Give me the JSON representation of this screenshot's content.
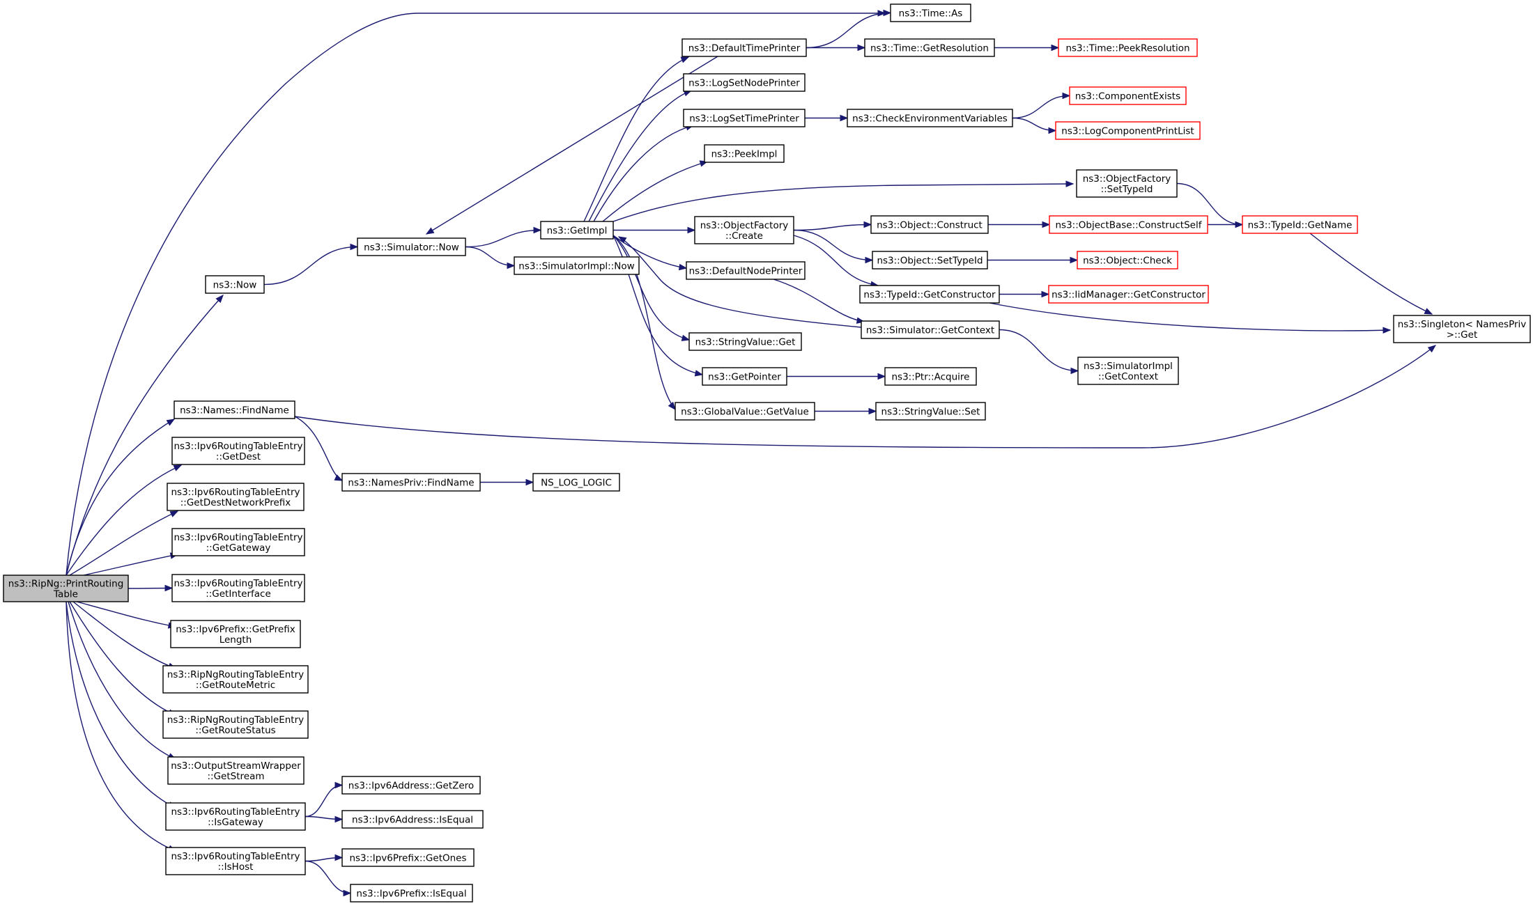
{
  "colors": {
    "edge": "#191970",
    "root_fill": "#bfbfbf",
    "truncated_border": "#ff0000",
    "node_border": "#000000"
  },
  "nodes": [
    {
      "id": "root",
      "lines": [
        "ns3::RipNg::PrintRouting",
        "Table"
      ],
      "style": "root"
    },
    {
      "id": "time_as",
      "lines": [
        "ns3::Time::As"
      ]
    },
    {
      "id": "default_time_printer",
      "lines": [
        "ns3::DefaultTimePrinter"
      ]
    },
    {
      "id": "time_get_resolution",
      "lines": [
        "ns3::Time::GetResolution"
      ]
    },
    {
      "id": "time_peek_resolution",
      "lines": [
        "ns3::Time::PeekResolution"
      ],
      "style": "red"
    },
    {
      "id": "log_set_node_printer",
      "lines": [
        "ns3::LogSetNodePrinter"
      ]
    },
    {
      "id": "log_set_time_printer",
      "lines": [
        "ns3::LogSetTimePrinter"
      ]
    },
    {
      "id": "check_env_vars",
      "lines": [
        "ns3::CheckEnvironmentVariables"
      ]
    },
    {
      "id": "component_exists",
      "lines": [
        "ns3::ComponentExists"
      ],
      "style": "red"
    },
    {
      "id": "log_component_print_list",
      "lines": [
        "ns3::LogComponentPrintList"
      ],
      "style": "red"
    },
    {
      "id": "peek_impl",
      "lines": [
        "ns3::PeekImpl"
      ]
    },
    {
      "id": "object_factory_set_type_id",
      "lines": [
        "ns3::ObjectFactory",
        "::SetTypeId"
      ]
    },
    {
      "id": "get_impl",
      "lines": [
        "ns3::GetImpl"
      ]
    },
    {
      "id": "object_factory_create",
      "lines": [
        "ns3::ObjectFactory",
        "::Create"
      ]
    },
    {
      "id": "object_construct",
      "lines": [
        "ns3::Object::Construct"
      ]
    },
    {
      "id": "object_base_construct_self",
      "lines": [
        "ns3::ObjectBase::ConstructSelf"
      ],
      "style": "red"
    },
    {
      "id": "type_id_get_name",
      "lines": [
        "ns3::TypeId::GetName"
      ],
      "style": "red"
    },
    {
      "id": "simulator_now",
      "lines": [
        "ns3::Simulator::Now"
      ]
    },
    {
      "id": "simulator_impl_now",
      "lines": [
        "ns3::SimulatorImpl::Now"
      ]
    },
    {
      "id": "object_set_type_id",
      "lines": [
        "ns3::Object::SetTypeId"
      ]
    },
    {
      "id": "object_check",
      "lines": [
        "ns3::Object::Check"
      ],
      "style": "red"
    },
    {
      "id": "default_node_printer",
      "lines": [
        "ns3::DefaultNodePrinter"
      ]
    },
    {
      "id": "now",
      "lines": [
        "ns3::Now"
      ]
    },
    {
      "id": "type_id_get_constructor",
      "lines": [
        "ns3::TypeId::GetConstructor"
      ]
    },
    {
      "id": "iid_manager_get_constructor",
      "lines": [
        "ns3::IidManager::GetConstructor"
      ],
      "style": "red"
    },
    {
      "id": "singleton_get",
      "lines": [
        "ns3::Singleton< NamesPriv",
        " >::Get"
      ]
    },
    {
      "id": "simulator_get_context",
      "lines": [
        "ns3::Simulator::GetContext"
      ]
    },
    {
      "id": "string_value_get",
      "lines": [
        "ns3::StringValue::Get"
      ]
    },
    {
      "id": "simulator_impl_get_context",
      "lines": [
        "ns3::SimulatorImpl",
        "::GetContext"
      ]
    },
    {
      "id": "get_pointer",
      "lines": [
        "ns3::GetPointer"
      ]
    },
    {
      "id": "ptr_acquire",
      "lines": [
        "ns3::Ptr::Acquire"
      ]
    },
    {
      "id": "names_find_name",
      "lines": [
        "ns3::Names::FindName"
      ]
    },
    {
      "id": "global_value_get_value",
      "lines": [
        "ns3::GlobalValue::GetValue"
      ]
    },
    {
      "id": "string_value_set",
      "lines": [
        "ns3::StringValue::Set"
      ]
    },
    {
      "id": "get_dest",
      "lines": [
        "ns3::Ipv6RoutingTableEntry",
        "::GetDest"
      ]
    },
    {
      "id": "names_priv_find_name",
      "lines": [
        "ns3::NamesPriv::FindName"
      ]
    },
    {
      "id": "ns_log_logic",
      "lines": [
        "NS_LOG_LOGIC"
      ]
    },
    {
      "id": "get_dest_network_prefix",
      "lines": [
        "ns3::Ipv6RoutingTableEntry",
        "::GetDestNetworkPrefix"
      ]
    },
    {
      "id": "get_gateway",
      "lines": [
        "ns3::Ipv6RoutingTableEntry",
        "::GetGateway"
      ]
    },
    {
      "id": "get_interface",
      "lines": [
        "ns3::Ipv6RoutingTableEntry",
        "::GetInterface"
      ]
    },
    {
      "id": "get_prefix_length",
      "lines": [
        "ns3::Ipv6Prefix::GetPrefix",
        "Length"
      ]
    },
    {
      "id": "get_route_metric",
      "lines": [
        "ns3::RipNgRoutingTableEntry",
        "::GetRouteMetric"
      ]
    },
    {
      "id": "get_route_status",
      "lines": [
        "ns3::RipNgRoutingTableEntry",
        "::GetRouteStatus"
      ]
    },
    {
      "id": "get_stream",
      "lines": [
        "ns3::OutputStreamWrapper",
        "::GetStream"
      ]
    },
    {
      "id": "ipv6_address_get_zero",
      "lines": [
        "ns3::Ipv6Address::GetZero"
      ]
    },
    {
      "id": "is_gateway",
      "lines": [
        "ns3::Ipv6RoutingTableEntry",
        "::IsGateway"
      ]
    },
    {
      "id": "ipv6_address_is_equal",
      "lines": [
        "ns3::Ipv6Address::IsEqual"
      ]
    },
    {
      "id": "ipv6_prefix_get_ones",
      "lines": [
        "ns3::Ipv6Prefix::GetOnes"
      ]
    },
    {
      "id": "is_host",
      "lines": [
        "ns3::Ipv6RoutingTableEntry",
        "::IsHost"
      ]
    },
    {
      "id": "ipv6_prefix_is_equal",
      "lines": [
        "ns3::Ipv6Prefix::IsEqual"
      ]
    }
  ],
  "edges": [
    [
      "root",
      "time_as"
    ],
    [
      "root",
      "now"
    ],
    [
      "root",
      "names_find_name"
    ],
    [
      "root",
      "get_dest"
    ],
    [
      "root",
      "get_dest_network_prefix"
    ],
    [
      "root",
      "get_gateway"
    ],
    [
      "root",
      "get_interface"
    ],
    [
      "root",
      "get_prefix_length"
    ],
    [
      "root",
      "get_route_metric"
    ],
    [
      "root",
      "get_route_status"
    ],
    [
      "root",
      "get_stream"
    ],
    [
      "root",
      "is_gateway"
    ],
    [
      "root",
      "is_host"
    ],
    [
      "now",
      "simulator_now"
    ],
    [
      "simulator_now",
      "get_impl"
    ],
    [
      "simulator_now",
      "simulator_impl_now"
    ],
    [
      "default_time_printer",
      "simulator_now"
    ],
    [
      "default_time_printer",
      "time_as"
    ],
    [
      "default_time_printer",
      "time_get_resolution"
    ],
    [
      "time_get_resolution",
      "time_peek_resolution"
    ],
    [
      "get_impl",
      "default_time_printer"
    ],
    [
      "get_impl",
      "log_set_node_printer"
    ],
    [
      "get_impl",
      "log_set_time_printer"
    ],
    [
      "get_impl",
      "peek_impl"
    ],
    [
      "get_impl",
      "object_factory_set_type_id"
    ],
    [
      "get_impl",
      "object_factory_create"
    ],
    [
      "get_impl",
      "default_node_printer"
    ],
    [
      "get_impl",
      "string_value_get"
    ],
    [
      "get_impl",
      "get_pointer"
    ],
    [
      "get_impl",
      "global_value_get_value"
    ],
    [
      "simulator_get_context",
      "get_impl"
    ],
    [
      "log_set_time_printer",
      "check_env_vars"
    ],
    [
      "check_env_vars",
      "component_exists"
    ],
    [
      "check_env_vars",
      "log_component_print_list"
    ],
    [
      "object_factory_set_type_id",
      "type_id_get_name"
    ],
    [
      "object_factory_create",
      "object_construct"
    ],
    [
      "object_factory_create",
      "object_set_type_id"
    ],
    [
      "object_factory_create",
      "type_id_get_constructor"
    ],
    [
      "object_construct",
      "object_base_construct_self"
    ],
    [
      "object_base_construct_self",
      "type_id_get_name"
    ],
    [
      "type_id_get_name",
      "singleton_get"
    ],
    [
      "object_set_type_id",
      "object_check"
    ],
    [
      "type_id_get_constructor",
      "iid_manager_get_constructor"
    ],
    [
      "type_id_get_constructor",
      "singleton_get"
    ],
    [
      "default_node_printer",
      "simulator_get_context"
    ],
    [
      "simulator_get_context",
      "simulator_impl_get_context"
    ],
    [
      "get_pointer",
      "ptr_acquire"
    ],
    [
      "global_value_get_value",
      "string_value_set"
    ],
    [
      "names_find_name",
      "names_priv_find_name"
    ],
    [
      "names_find_name",
      "singleton_get"
    ],
    [
      "names_priv_find_name",
      "ns_log_logic"
    ],
    [
      "is_gateway",
      "ipv6_address_get_zero"
    ],
    [
      "is_gateway",
      "ipv6_address_is_equal"
    ],
    [
      "is_host",
      "ipv6_prefix_get_ones"
    ],
    [
      "is_host",
      "ipv6_prefix_is_equal"
    ]
  ]
}
